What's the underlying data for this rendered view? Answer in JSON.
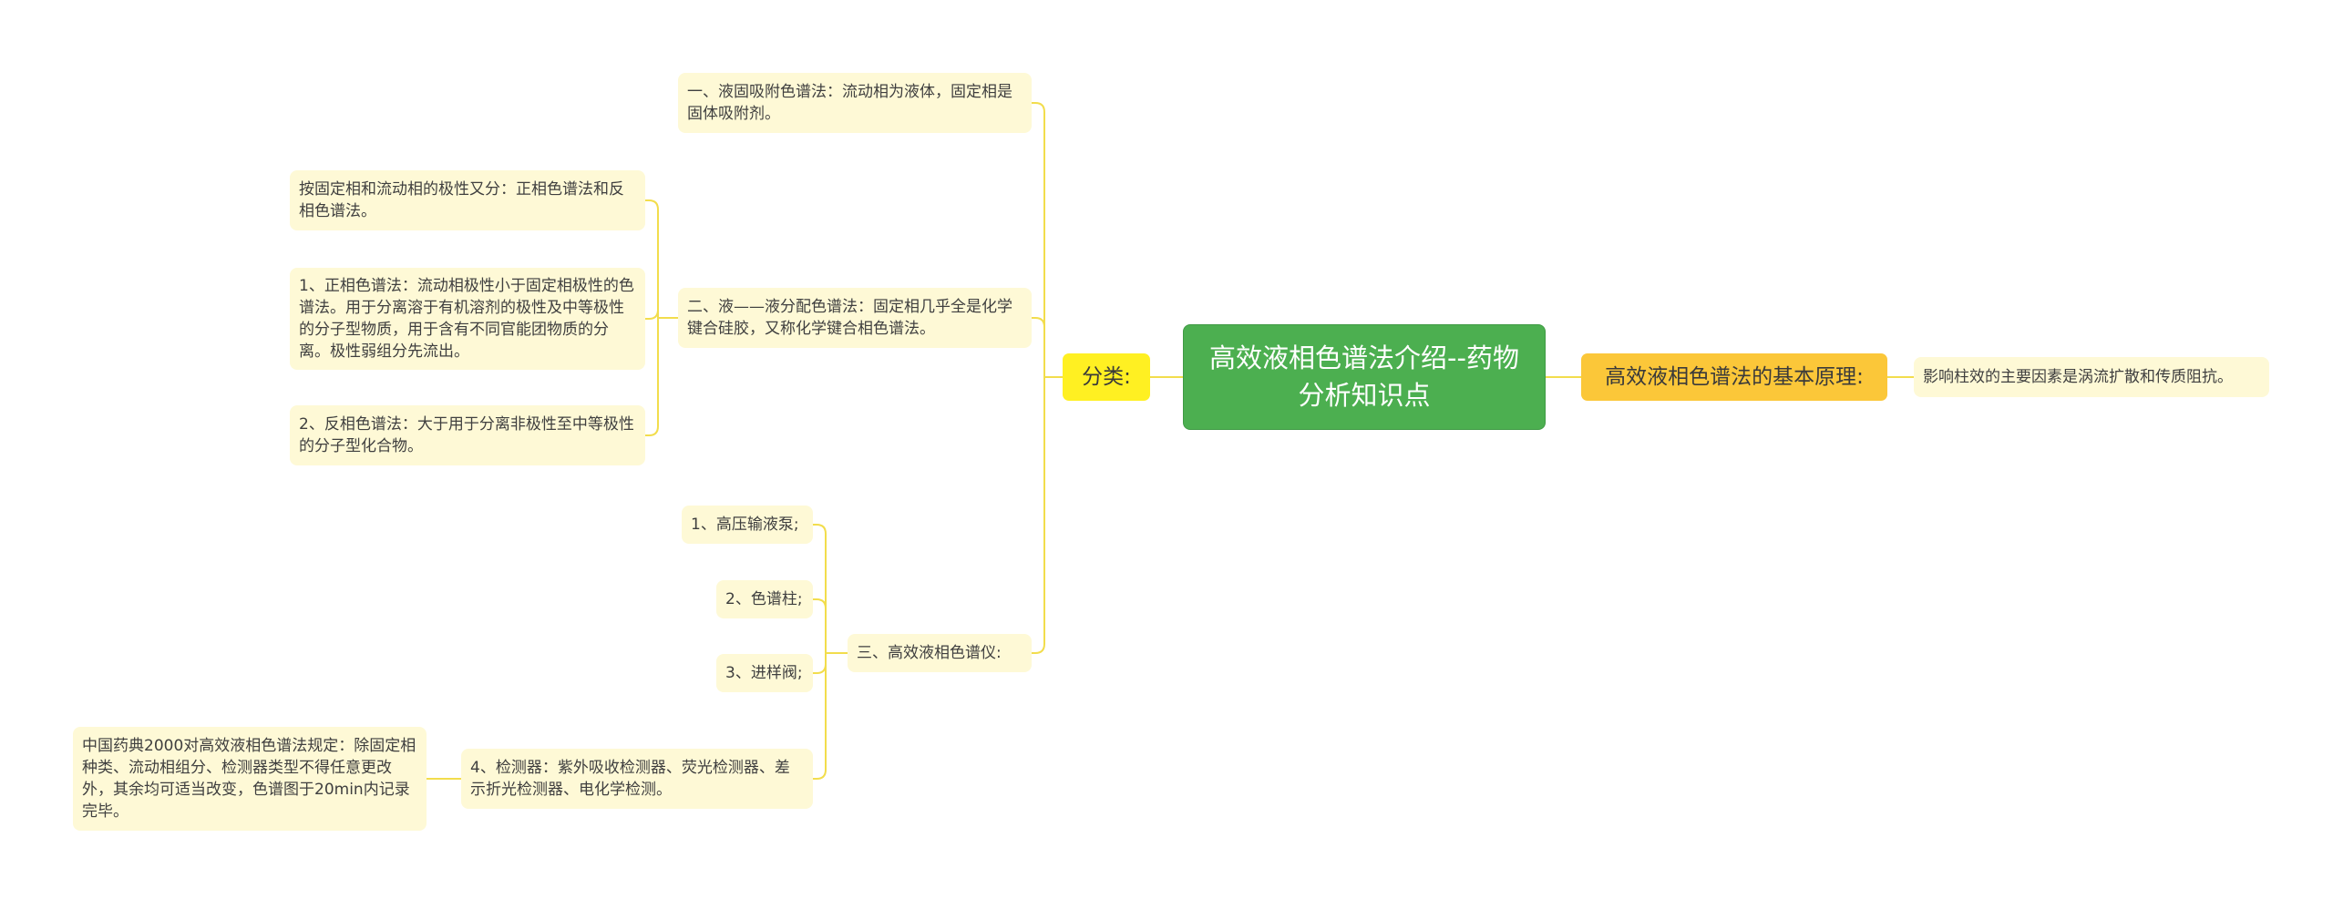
{
  "title": "高效液相色谱法介绍--药物分析知识点",
  "colors": {
    "center_bg": "#4caf50",
    "branch_left_bg": "#fff022",
    "branch_right_bg": "#fbc739",
    "leaf_bg": "#fef9d6",
    "connector": "#f2dd4c"
  },
  "left_branch": {
    "label": "分类:",
    "children": {
      "liquid_solid": "一、液固吸附色谱法：流动相为液体，固定相是固体吸附剂。",
      "liquid_liquid": {
        "label": "二、液——液分配色谱法：固定相几乎全是化学键合硅胶，又称化学键合相色谱法。",
        "children": {
          "polarity_split": "按固定相和流动相的极性又分：正相色谱法和反相色谱法。",
          "normal_phase": "1、正相色谱法：流动相极性小于固定相极性的色谱法。用于分离溶于有机溶剂的极性及中等极性的分子型物质，用于含有不同官能团物质的分离。极性弱组分先流出。",
          "reverse_phase": "2、反相色谱法：大于用于分离非极性至中等极性的分子型化合物。"
        }
      },
      "instrument": {
        "label": "三、高效液相色谱仪:",
        "children": {
          "pump": "1、高压输液泵;",
          "column": "2、色谱柱;",
          "injector": "3、进样阀;",
          "detector": {
            "label": "4、检测器：紫外吸收检测器、荧光检测器、差示折光检测器、电化学检测。",
            "note": "中国药典2000对高效液相色谱法规定：除固定相种类、流动相组分、检测器类型不得任意更改外，其余均可适当改变，色谱图于20min内记录完毕。"
          }
        }
      }
    }
  },
  "right_branch": {
    "label": "高效液相色谱法的基本原理:",
    "child": "影响柱效的主要因素是涡流扩散和传质阻抗。"
  }
}
